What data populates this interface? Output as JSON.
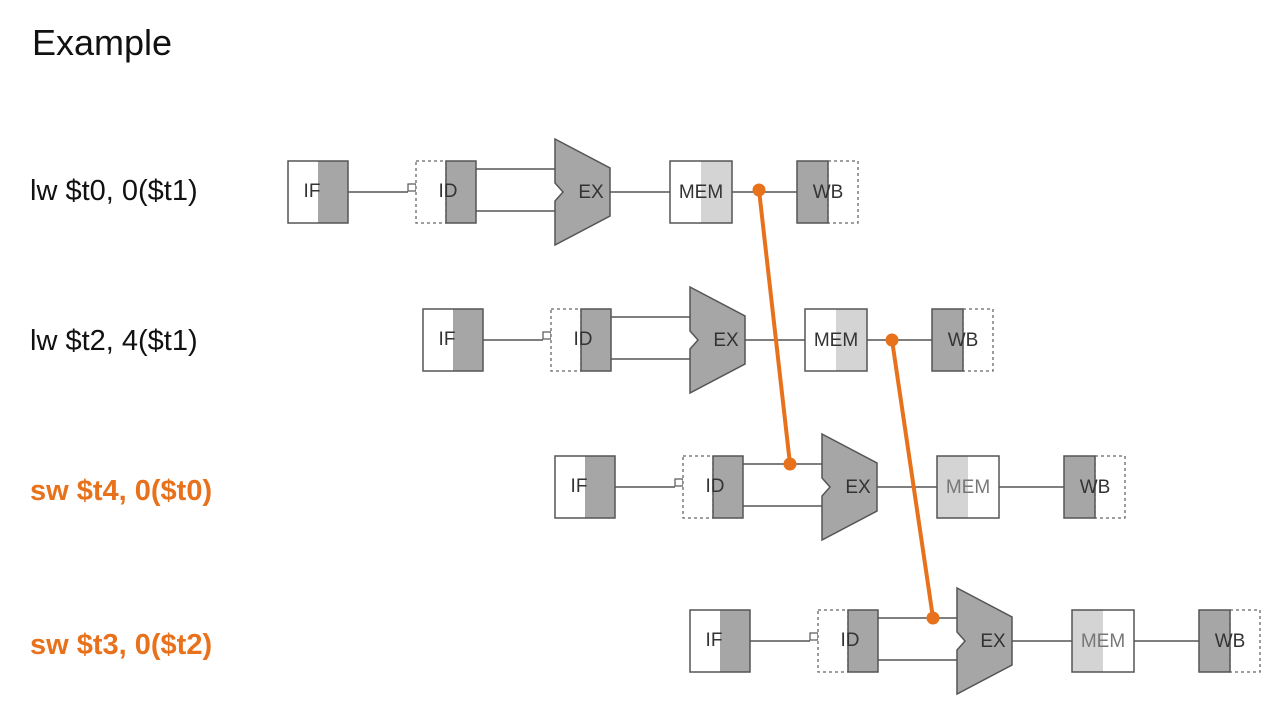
{
  "slide": {
    "title": "Example"
  },
  "colors": {
    "hazard": "#e8711c",
    "unit_fill": "#a6a6a6",
    "unit_light": "#d4d4d4",
    "wire": "#555555"
  },
  "instructions": [
    {
      "text": "lw $t0, 0($t1)",
      "highlight": false,
      "stages": [
        "IF",
        "ID",
        "EX",
        "MEM",
        "WB"
      ]
    },
    {
      "text": "lw $t2, 4($t1)",
      "highlight": false,
      "stages": [
        "IF",
        "ID",
        "EX",
        "MEM",
        "WB"
      ]
    },
    {
      "text": "sw $t4, 0($t0)",
      "highlight": true,
      "stages": [
        "IF",
        "ID",
        "EX",
        "MEM",
        "WB"
      ]
    },
    {
      "text": "sw $t3, 0($t2)",
      "highlight": true,
      "stages": [
        "IF",
        "ID",
        "EX",
        "MEM",
        "WB"
      ]
    }
  ],
  "forwarding": [
    {
      "from": "lw $t0, 0($t1) MEM",
      "to": "sw $t4, 0($t0) ID"
    },
    {
      "from": "lw $t2, 4($t1) MEM",
      "to": "sw $t3, 0($t2) ID"
    }
  ]
}
